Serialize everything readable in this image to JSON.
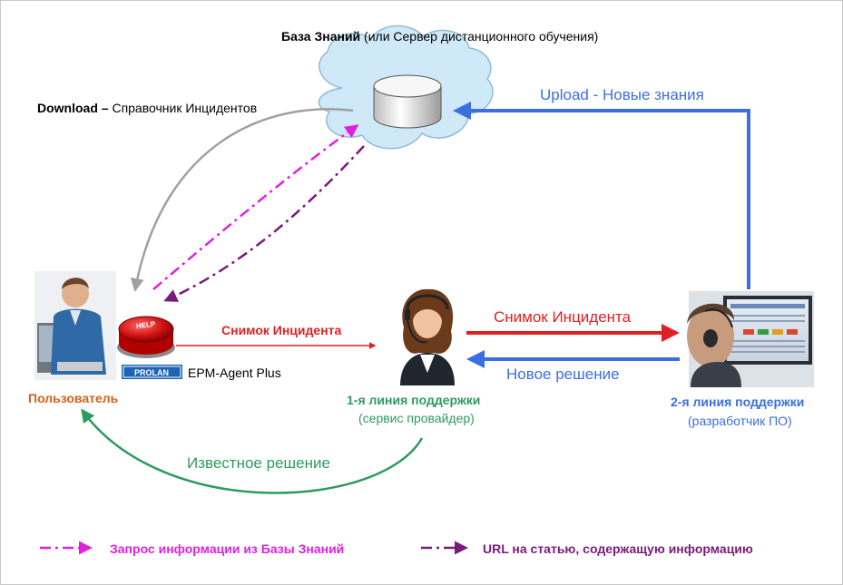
{
  "knowledge_base": {
    "title_bold": "База Знаний",
    "title_rest": " (или Сервер дистанционного обучения)"
  },
  "download": {
    "bold": "Download –",
    "rest": " Справочник Инцидентов"
  },
  "upload_label": "Upload - Новые знания",
  "incident_snapshot_left": "Снимок Инцидента",
  "incident_snapshot_right": "Снимок Инцидента",
  "new_solution": "Новое решение",
  "known_solution": "Известное решение",
  "user": {
    "label": "Пользователь",
    "help_text": "HELP",
    "brand_logo": "PROLAN",
    "agent_label": "EPM-Agent Plus"
  },
  "first_line": {
    "label": "1-я линия поддержки",
    "sub": "(сервис провайдер)"
  },
  "second_line": {
    "label": "2-я линия поддержки",
    "sub": "(разработчик ПО)"
  },
  "legend": {
    "query": "Запрос информации из Базы Знаний",
    "url": "URL на статью, содержащую информацию"
  },
  "colors": {
    "magenta": "#e020e0",
    "purple": "#7a1a7a",
    "blue": "#3b6fe0",
    "red": "#e02020",
    "green": "#2e9a60",
    "gray": "#a0a0a0",
    "orange": "#d4601a"
  }
}
